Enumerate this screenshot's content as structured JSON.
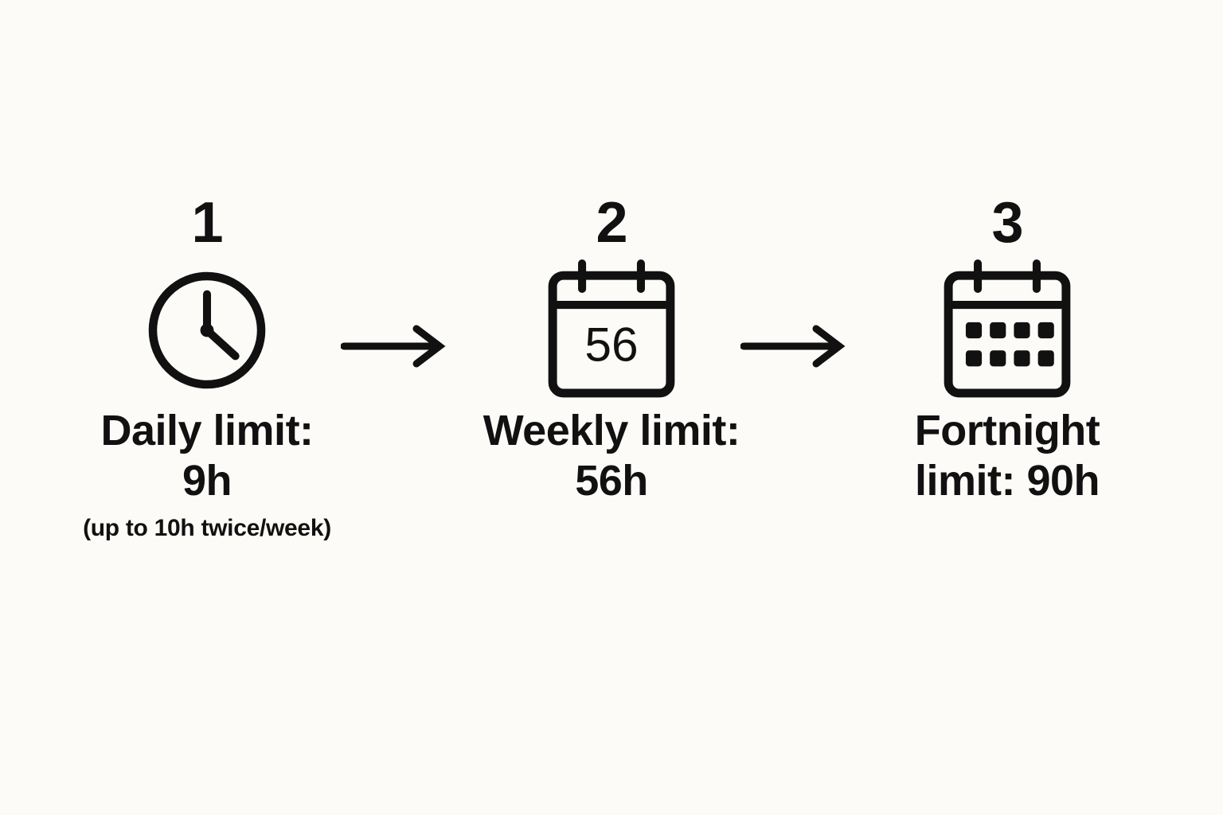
{
  "theme": {
    "background": "#FCFBF7",
    "ink": "#111111"
  },
  "diagram": {
    "type": "horizontal-flow",
    "step_count": 3,
    "steps": [
      {
        "number": "1",
        "icon": "clock-icon",
        "caption": "Daily limit: 9h",
        "subnote": "(up to 10h twice/week)",
        "limit_value": "9h",
        "limit_label": "Daily limit:"
      },
      {
        "number": "2",
        "icon": "calendar-56-icon",
        "icon_text": "56",
        "caption": "Weekly limit: 56h",
        "subnote": "",
        "limit_value": "56h",
        "limit_label": "Weekly limit:"
      },
      {
        "number": "3",
        "icon": "calendar-grid-icon",
        "caption": "Fortnight limit: 90h",
        "subnote": "",
        "limit_value": "90h",
        "limit_label": "Fortnight limit:"
      }
    ],
    "connectors": [
      {
        "name": "arrow-right-icon",
        "from": "1",
        "to": "2"
      },
      {
        "name": "arrow-right-icon",
        "from": "2",
        "to": "3"
      }
    ]
  }
}
